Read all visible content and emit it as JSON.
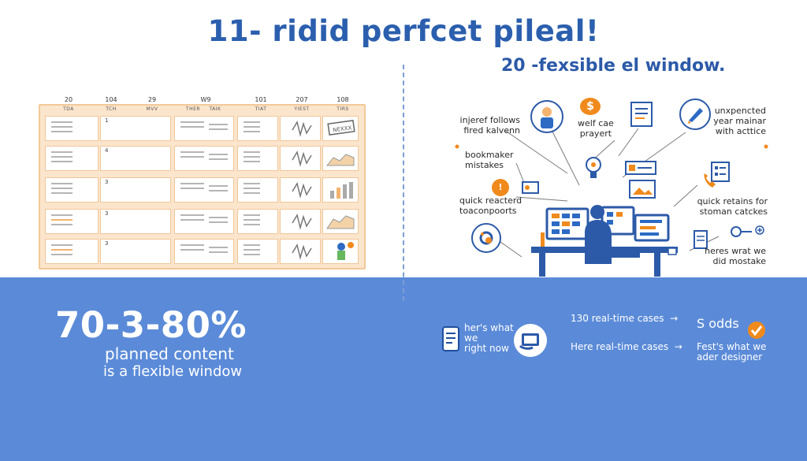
{
  "header": {
    "title": "11- ridid perfcet pileal!",
    "right_title": "20 -fexsible el window."
  },
  "calendar": {
    "column_numbers": [
      "20",
      "104",
      "29",
      "W9",
      "101",
      "207",
      "108"
    ],
    "column_days": [
      "TDA",
      "TCH",
      "MVV",
      "THER",
      "TAIK",
      "TIAT",
      "YIEST",
      "TIRS"
    ],
    "row_numbers": [
      "1",
      "4",
      "3",
      "3",
      "3"
    ],
    "stamp_text": "NEXXX"
  },
  "infographic": {
    "labels": {
      "injeref": "injeref follows\nfired kalvenn",
      "welf": "welf cae\nprayert",
      "unxpencted": "unxpencted\nyear mainar\nwith acttice",
      "bookmaker": "bookmaker\nmistakes",
      "quick_reacterd": "quick reacterd\ntoaconpoorts",
      "quick_retains": "quick retains for\nstoman catckes",
      "heres_what": "heres wrat we\ndid mostake"
    },
    "icons": [
      "person-icon",
      "dollar-icon",
      "document-icon",
      "pencil-icon",
      "gear-icon",
      "lightbulb-icon",
      "clock-icon",
      "checklist-icon",
      "phone-icon",
      "key-icon"
    ]
  },
  "bottom": {
    "percent": "70-3-80%",
    "line1": "planned content",
    "line2": "is a flexible window",
    "b1": "her's what\nwe\nright now",
    "b2": "130 real-time cases  →",
    "b3": "Here real-time cases  →",
    "b4": "S odds",
    "b5": "Fest's what we\nader designer"
  },
  "colors": {
    "accent_blue": "#2b5fae",
    "band_blue": "#5b8bd8",
    "orange": "#f08a1c",
    "calendar_frame": "#fbe5cc"
  }
}
